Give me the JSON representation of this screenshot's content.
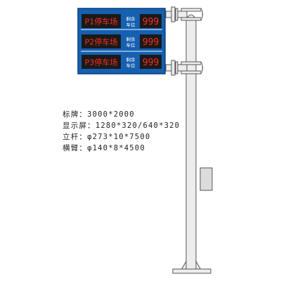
{
  "colors": {
    "board_blue": "#1560b0",
    "board_border": "#0b3d7a",
    "screen_bg": "#1a1a1a",
    "led_red": "#ff2a1a",
    "pole_fill": "#ededed",
    "pole_stroke": "#555555",
    "label_white": "#ffffff"
  },
  "sign": {
    "rows": [
      {
        "lot_label": "P1停车场",
        "remaining_label_top": "剩余",
        "remaining_label_bottom": "车位",
        "count": "999"
      },
      {
        "lot_label": "P2停车场",
        "remaining_label_top": "剩余",
        "remaining_label_bottom": "车位",
        "count": "999"
      },
      {
        "lot_label": "P3停车场",
        "remaining_label_top": "剩余",
        "remaining_label_bottom": "车位",
        "count": "999"
      }
    ]
  },
  "specs": [
    {
      "label": "标牌：",
      "value": "3000*2000"
    },
    {
      "label": "显示屏：",
      "value": "1280*320/640*320"
    },
    {
      "label": "立杆：",
      "value": "φ273*10*7500"
    },
    {
      "label": "横臂：",
      "value": "φ140*8*4500"
    }
  ]
}
